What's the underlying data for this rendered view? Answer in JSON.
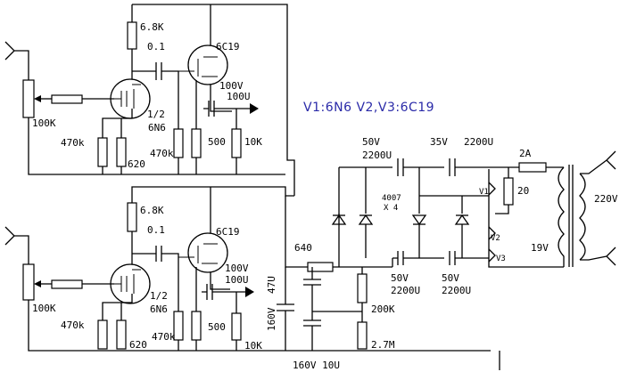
{
  "title": "V1:6N6  V2,V3:6C19",
  "colors": {
    "ink": "#000000",
    "title": "#2a2aa8",
    "background": "#ffffff"
  },
  "channel_top": {
    "r_plate": "6.8K",
    "c_coupling": "0.1",
    "tube_output": "6C19",
    "tube_input_a": "1/2",
    "tube_input_b": "6N6",
    "v_rating": "100V",
    "c_rating": "100U",
    "pot": "100K",
    "r_grid": "470k",
    "r_cathode": "620",
    "r_grid2": "470k",
    "r_cathode2": "500",
    "r_load": "10K"
  },
  "channel_bottom": {
    "r_plate": "6.8K",
    "c_coupling": "0.1",
    "tube_output": "6C19",
    "tube_input_a": "1/2",
    "tube_input_b": "6N6",
    "v_rating": "100V",
    "c_rating": "100U",
    "pot": "100K",
    "r_grid": "470k",
    "r_cathode": "620",
    "r_grid2": "470k",
    "r_cathode2": "500",
    "r_load": "10K"
  },
  "psu": {
    "c1_v": "50V",
    "c1_c": "2200U",
    "c2_v": "35V",
    "c2_c": "2200U",
    "fuse": "2A",
    "diodes_a": "4007",
    "diodes_b": "X 4",
    "heater_v1": "V1",
    "heater_v2": "V2",
    "heater_v3": "V3",
    "r_heater": "20",
    "mains": "220V",
    "secondary": "19V",
    "r_640": "640",
    "c_47_v": "160V",
    "c_47_c": "47U",
    "c3_v": "50V",
    "c3_c": "2200U",
    "c4_v": "50V",
    "c4_c": "2200U",
    "r_200k": "200K",
    "r_27m": "2.7M",
    "c_bottom": "160V  10U"
  }
}
